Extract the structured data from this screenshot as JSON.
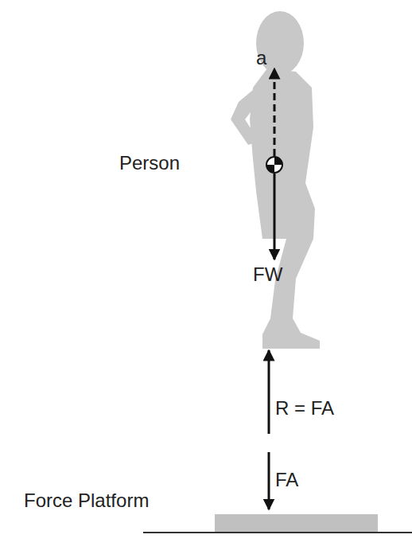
{
  "diagram": {
    "labels": [
      "a",
      "Person",
      "FW",
      "R = FA",
      "FA",
      "Force Platform"
    ]
  }
}
